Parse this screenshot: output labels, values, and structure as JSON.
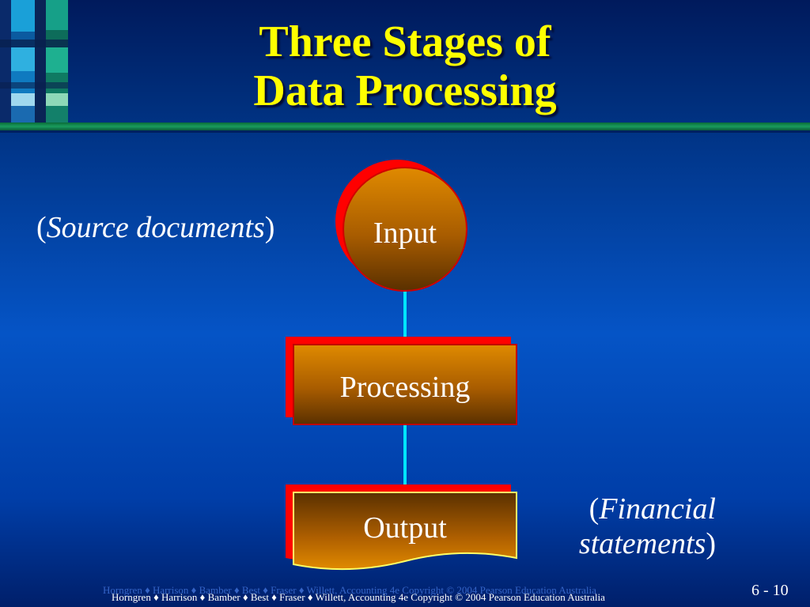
{
  "slide": {
    "title_line1": "Three Stages of",
    "title_line2": "Data Processing",
    "stages": {
      "input": "Input",
      "processing": "Processing",
      "output": "Output"
    },
    "annotation_input": {
      "open": "(",
      "text": "Source documents",
      "close": ")"
    },
    "annotation_output": {
      "open": "(",
      "line1": "Financial",
      "line2": "statements",
      "close": ")"
    },
    "footer_ghost": "Horngren ♦ Harrison ♦ Bamber ♦ Best ♦ Fraser ♦ Willett, Accounting 4e Copyright © 2004 Pearson Education Australia",
    "footer_credit": "Horngren ♦ Harrison ♦ Bamber ♦ Best ♦ Fraser ♦ Willett, Accounting 4e Copyright © 2004 Pearson Education Australia",
    "slide_number": "6 - 10"
  },
  "colors": {
    "title": "#ffff00",
    "shape_shadow": "#ff0000",
    "shape_fill_top": "#e08a00",
    "shape_fill_bottom": "#5a3000",
    "connector": "#00e5ff",
    "output_border": "#ffff66"
  }
}
